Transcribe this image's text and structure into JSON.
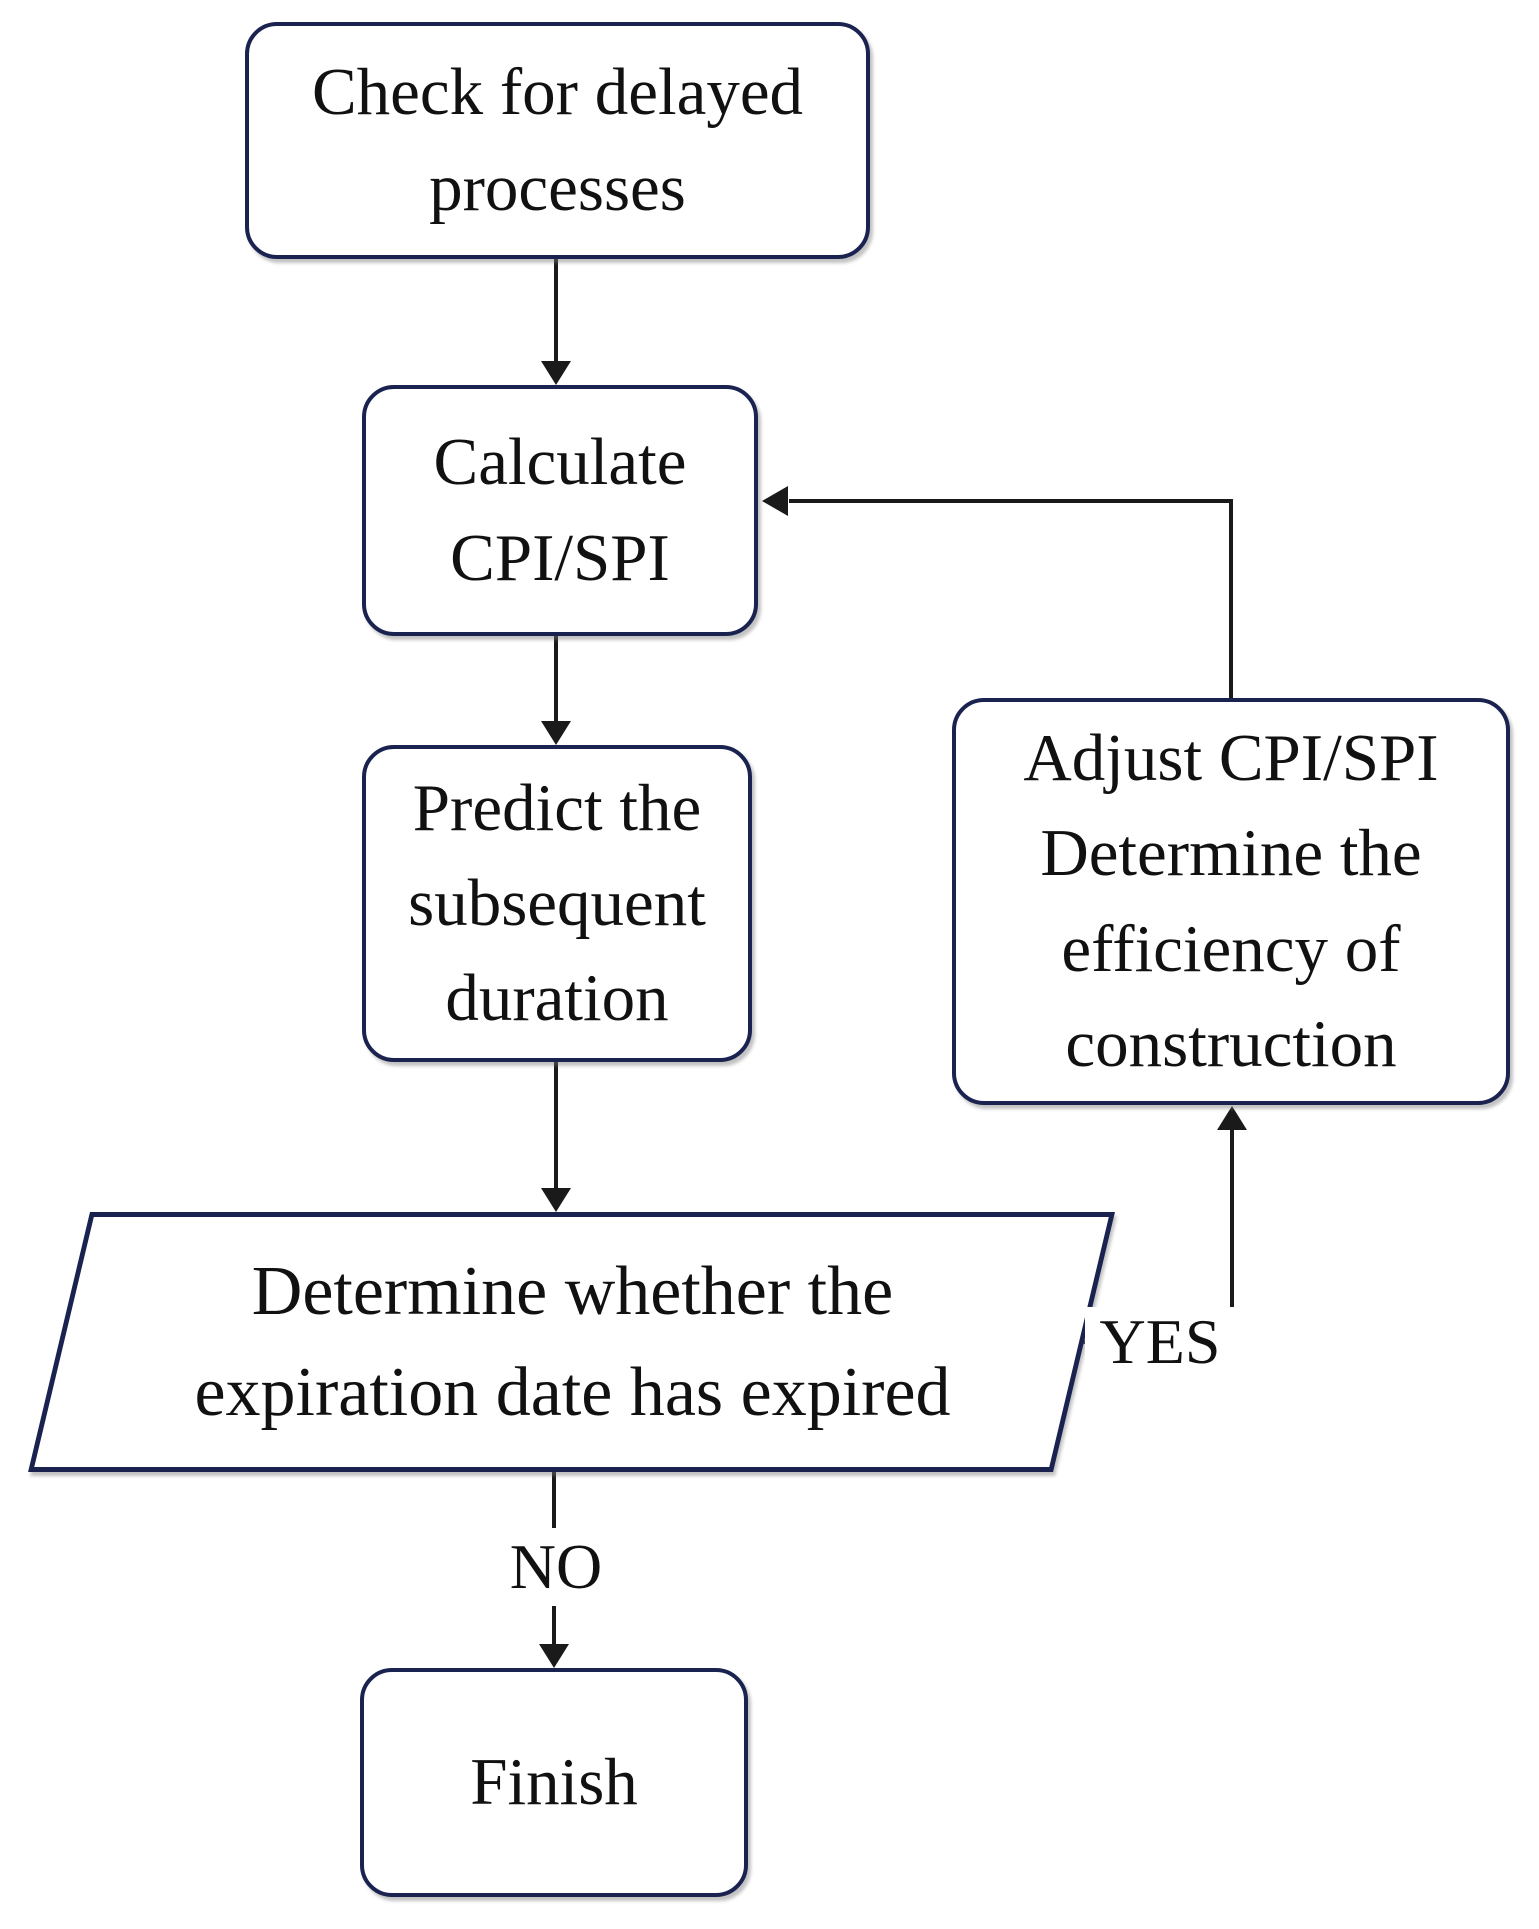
{
  "diagram": {
    "type": "flowchart",
    "colors": {
      "node_border": "#1a2350",
      "connector": "#1a1a1a",
      "text": "#111111",
      "background": "#ffffff"
    },
    "nodes": {
      "check": {
        "shape": "rounded-rectangle",
        "label": "Check for delayed processes",
        "lines": [
          "Check for delayed",
          "processes"
        ]
      },
      "calculate": {
        "shape": "rounded-rectangle",
        "label": "Calculate CPI/SPI",
        "lines": [
          "Calculate",
          "CPI/SPI"
        ]
      },
      "predict": {
        "shape": "rounded-rectangle",
        "label": "Predict the subsequent duration",
        "lines": [
          "Predict the",
          "subsequent",
          "duration"
        ]
      },
      "decision": {
        "shape": "parallelogram",
        "label": "Determine whether the expiration date has expired",
        "lines": [
          "Determine whether the",
          "expiration date has expired"
        ]
      },
      "adjust": {
        "shape": "rounded-rectangle",
        "label": "Adjust CPI/SPI Determine the efficiency of construction",
        "lines": [
          "Adjust CPI/SPI",
          "Determine the",
          "efficiency of",
          "construction"
        ]
      },
      "finish": {
        "shape": "rounded-rectangle",
        "label": "Finish",
        "lines": [
          "Finish"
        ]
      }
    },
    "edge_labels": {
      "yes": "YES",
      "no": "NO"
    },
    "edges": [
      {
        "from": "check",
        "to": "calculate",
        "label": ""
      },
      {
        "from": "calculate",
        "to": "predict",
        "label": ""
      },
      {
        "from": "predict",
        "to": "decision",
        "label": ""
      },
      {
        "from": "decision",
        "to": "adjust",
        "label": "YES"
      },
      {
        "from": "adjust",
        "to": "calculate",
        "label": ""
      },
      {
        "from": "decision",
        "to": "finish",
        "label": "NO"
      }
    ]
  }
}
